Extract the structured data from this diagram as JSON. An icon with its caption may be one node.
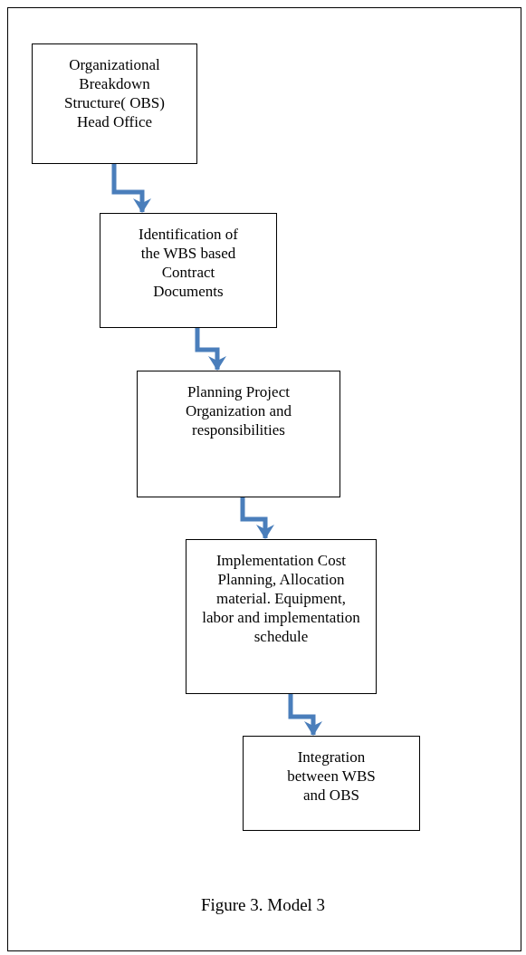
{
  "diagram": {
    "caption": "Figure 3. Model 3",
    "nodes": [
      {
        "text": [
          "Organizational Breakdown Structure( OBS) Head Office"
        ]
      },
      {
        "text": [
          "Identification of the WBS based Contract Documents"
        ]
      },
      {
        "text": [
          "Planning Project Organization and responsibilities"
        ]
      },
      {
        "text": [
          "Implementation Cost Planning, Allocation material. Equipment, labor and implementation schedule"
        ]
      },
      {
        "text": [
          "Integration between WBS and OBS"
        ]
      }
    ],
    "edges": [
      {
        "from": 0,
        "to": 1,
        "arrow": "to"
      },
      {
        "from": 1,
        "to": 2,
        "arrow": "to"
      },
      {
        "from": 2,
        "to": 3,
        "arrow": "to"
      },
      {
        "from": 3,
        "to": 4,
        "arrow": "to"
      }
    ]
  }
}
